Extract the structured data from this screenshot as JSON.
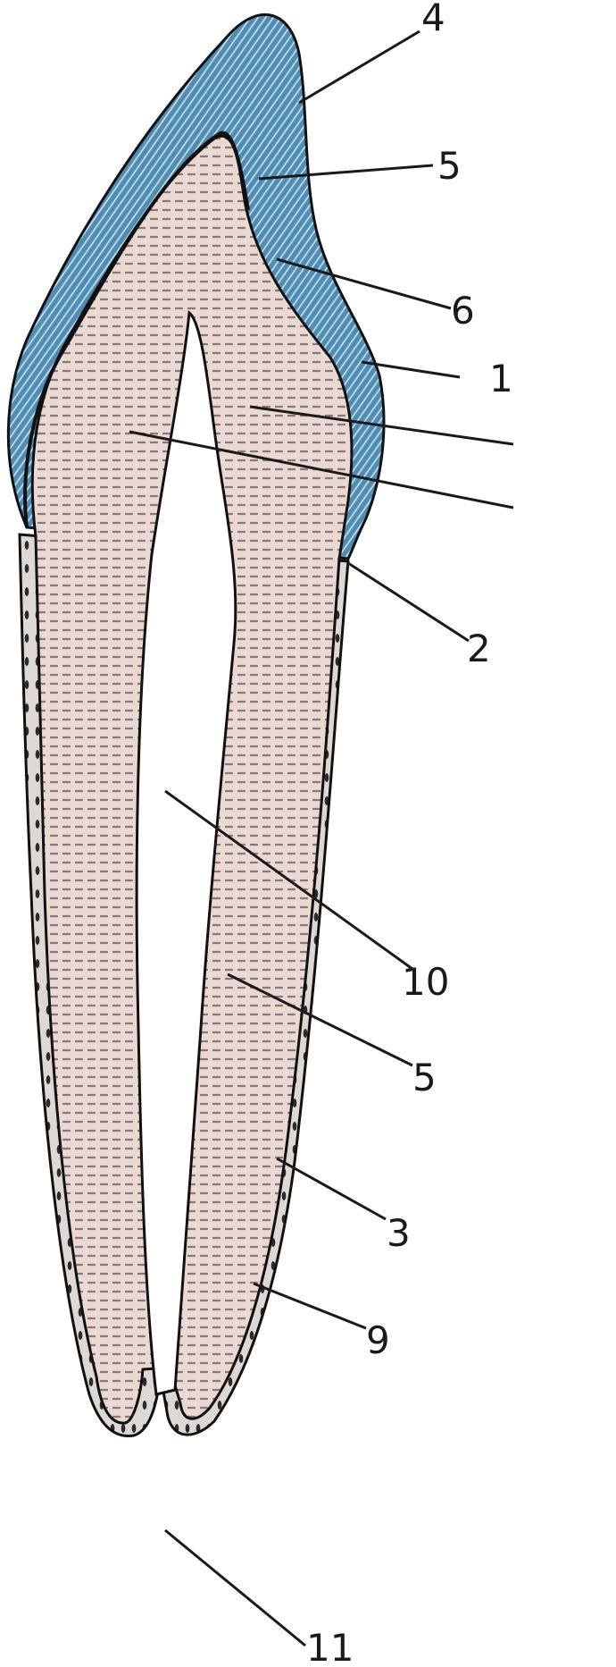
{
  "figure": {
    "labels": [
      {
        "id": "l4",
        "text": "4"
      },
      {
        "id": "l5a",
        "text": "5"
      },
      {
        "id": "l6",
        "text": "6"
      },
      {
        "id": "l1",
        "text": "1"
      },
      {
        "id": "l7",
        "text": ""
      },
      {
        "id": "l8",
        "text": ""
      },
      {
        "id": "l2",
        "text": "2"
      },
      {
        "id": "l10",
        "text": "10"
      },
      {
        "id": "l5b",
        "text": "5"
      },
      {
        "id": "l3",
        "text": "3"
      },
      {
        "id": "l9",
        "text": "9"
      },
      {
        "id": "l11",
        "text": "11"
      }
    ]
  },
  "colors": {
    "enamel": "#3f7fa8",
    "enamel_light": "#9cc3da",
    "dentin": "#e8d8d2",
    "dentin_lines": "#7d6d6d",
    "cementum": "#d9d3cf",
    "outline": "#111111",
    "pulp": "#ffffff"
  }
}
